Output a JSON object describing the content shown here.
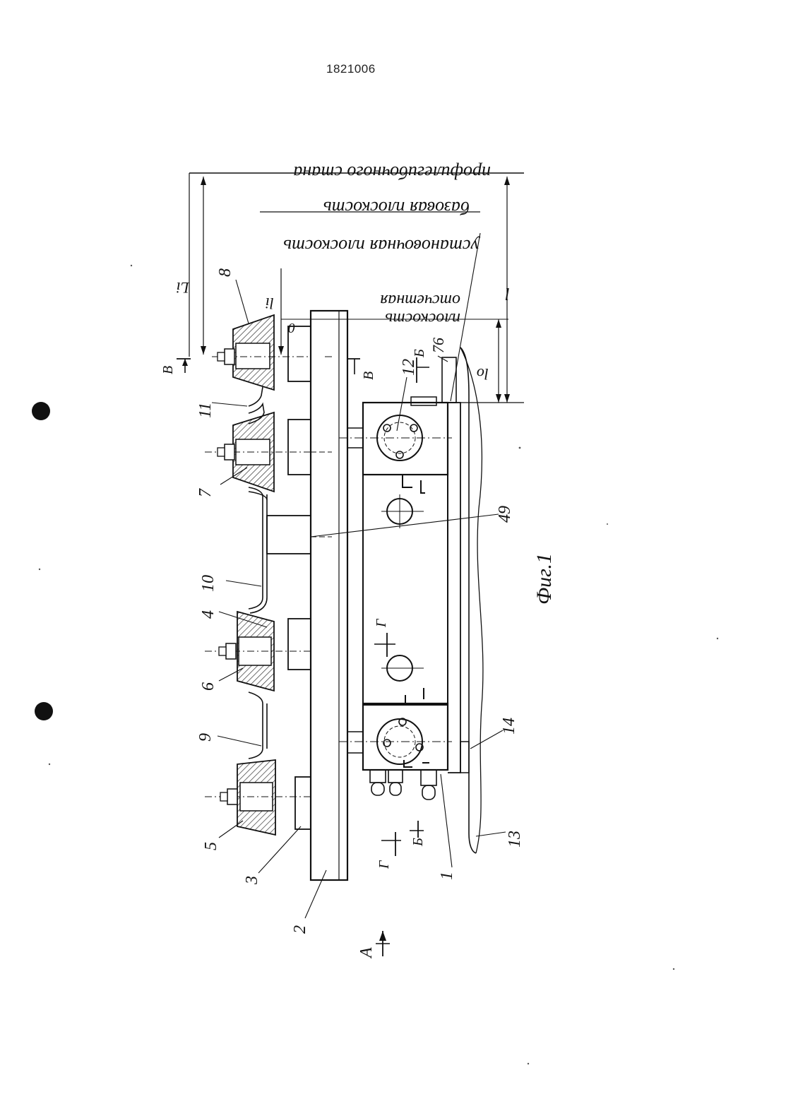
{
  "document": {
    "patent_number": "1821006",
    "figure_caption": "Фиг.1"
  },
  "planes": {
    "profile_stand": "профилегибочного стана",
    "base_plane": "базовая плоскость",
    "install_plane": "установочная плоскость",
    "reference_plane_line1": "отсчетная",
    "reference_plane_line2": "плоскость"
  },
  "dimensions": {
    "Li": "Li",
    "li": "li",
    "zero": "0",
    "l": "l",
    "lo": "lo"
  },
  "callouts": [
    "1",
    "2",
    "3",
    "4",
    "5",
    "6",
    "7",
    "8",
    "9",
    "10",
    "11",
    "12",
    "13",
    "14",
    "49",
    "76"
  ],
  "sections": {
    "A": "А",
    "B": "Б",
    "V": "В",
    "G": "Г"
  },
  "colors": {
    "ink": "#111111",
    "paper": "#ffffff",
    "hatch": "#333333"
  }
}
